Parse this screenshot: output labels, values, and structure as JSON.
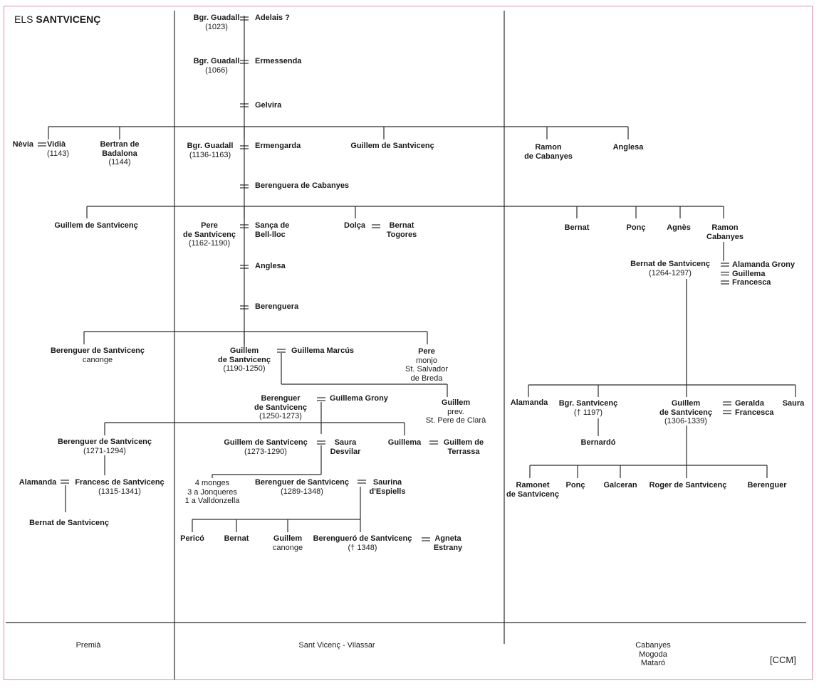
{
  "title": {
    "prefix": "ELS",
    "name": "SANTVICENÇ"
  },
  "credit": "[CCM]",
  "regions": [
    {
      "lines": [
        "Premià"
      ]
    },
    {
      "lines": [
        "Sant Vicenç - Vilassar"
      ]
    },
    {
      "lines": [
        "Cabanyes",
        "Mogoda",
        "Mataró"
      ]
    }
  ],
  "persons": [
    {
      "name": [
        "Bgr. Guadall"
      ],
      "note": [
        "(1023)"
      ]
    },
    {
      "name": [
        "Adelais ?"
      ],
      "note": []
    },
    {
      "name": [
        "Bgr. Guadall"
      ],
      "note": [
        "(1066)"
      ]
    },
    {
      "name": [
        "Ermessenda"
      ],
      "note": []
    },
    {
      "name": [
        "Gelvira"
      ],
      "note": []
    },
    {
      "name": [
        "Nèvia"
      ],
      "note": []
    },
    {
      "name": [
        "Vidià"
      ],
      "note": [
        "(1143)"
      ]
    },
    {
      "name": [
        "Bertran de",
        "Badalona"
      ],
      "note": [
        "(1144)"
      ]
    },
    {
      "name": [
        "Bgr. Guadall"
      ],
      "note": [
        "(1136-1163)"
      ]
    },
    {
      "name": [
        "Ermengarda"
      ],
      "note": []
    },
    {
      "name": [
        "Guillem de Santvicenç"
      ],
      "note": []
    },
    {
      "name": [
        "Ramon",
        "de Cabanyes"
      ],
      "note": []
    },
    {
      "name": [
        "Anglesa"
      ],
      "note": []
    },
    {
      "name": [
        "Berenguera de Cabanyes"
      ],
      "note": []
    },
    {
      "name": [
        "Guillem de Santvicenç"
      ],
      "note": []
    },
    {
      "name": [
        "Pere",
        "de Santvicenç"
      ],
      "note": [
        "(1162-1190)"
      ]
    },
    {
      "name": [
        "Sança de",
        "Bell-lloc"
      ],
      "note": []
    },
    {
      "name": [
        "Dolça"
      ],
      "note": []
    },
    {
      "name": [
        "Bernat",
        "Togores"
      ],
      "note": []
    },
    {
      "name": [
        "Bernat"
      ],
      "note": []
    },
    {
      "name": [
        "Ponç"
      ],
      "note": []
    },
    {
      "name": [
        "Agnès"
      ],
      "note": []
    },
    {
      "name": [
        "Ramon",
        "Cabanyes"
      ],
      "note": []
    },
    {
      "name": [
        "Anglesa"
      ],
      "note": []
    },
    {
      "name": [
        "Bernat de Santvicenç"
      ],
      "note": [
        "(1264-1297)"
      ]
    },
    {
      "name": [
        "Alamanda Grony",
        "Guillema",
        "Francesca"
      ],
      "note": []
    },
    {
      "name": [
        "Berenguera"
      ],
      "note": []
    },
    {
      "name": [
        "Berenguer de Santvicenç"
      ],
      "note": [
        "canonge"
      ]
    },
    {
      "name": [
        "Guillem",
        "de Santvicenç"
      ],
      "note": [
        "(1190-1250)"
      ]
    },
    {
      "name": [
        "Guillema Marcús"
      ],
      "note": []
    },
    {
      "name": [
        "Pere"
      ],
      "note": [
        "monjo",
        "St. Salvador",
        "de Breda"
      ]
    },
    {
      "name": [
        "Berenguer",
        "de Santvicenç"
      ],
      "note": [
        "(1250-1273)"
      ]
    },
    {
      "name": [
        "Guillema Grony"
      ],
      "note": []
    },
    {
      "name": [
        "Guillem"
      ],
      "note": [
        "prev.",
        "St. Pere de Clarà"
      ]
    },
    {
      "name": [
        "Alamanda"
      ],
      "note": []
    },
    {
      "name": [
        "Bgr. Santvicenç"
      ],
      "note": [
        "(† 1197)"
      ]
    },
    {
      "name": [
        "Guillem",
        "de Santvicenç"
      ],
      "note": [
        "(1306-1339)"
      ]
    },
    {
      "name": [
        "Geralda",
        "Francesca"
      ],
      "note": []
    },
    {
      "name": [
        "Saura"
      ],
      "note": []
    },
    {
      "name": [
        "Berenguer de Santvicenç"
      ],
      "note": [
        "(1271-1294)"
      ]
    },
    {
      "name": [
        "Guillem de Santvicenç"
      ],
      "note": [
        "(1273-1290)"
      ]
    },
    {
      "name": [
        "Saura",
        "Desvilar"
      ],
      "note": []
    },
    {
      "name": [
        "Guillema"
      ],
      "note": []
    },
    {
      "name": [
        "Guillem de",
        "Terrassa"
      ],
      "note": []
    },
    {
      "name": [
        "Bernardó"
      ],
      "note": []
    },
    {
      "name": [
        "Alamanda"
      ],
      "note": []
    },
    {
      "name": [
        "Francesc de Santvicenç"
      ],
      "note": [
        "(1315-1341)"
      ]
    },
    {
      "name": [],
      "note": [
        "4 monges",
        "3 a Jonqueres",
        "1 a Valldonzella"
      ]
    },
    {
      "name": [
        "Berenguer de Santvicenç"
      ],
      "note": [
        "(1289-1348)"
      ]
    },
    {
      "name": [
        "Saurina",
        "d'Espiells"
      ],
      "note": []
    },
    {
      "name": [
        "Ramonet",
        "de Santvicenç"
      ],
      "note": []
    },
    {
      "name": [
        "Ponç"
      ],
      "note": []
    },
    {
      "name": [
        "Galceran"
      ],
      "note": []
    },
    {
      "name": [
        "Roger de Santvicenç"
      ],
      "note": []
    },
    {
      "name": [
        "Berenguer"
      ],
      "note": []
    },
    {
      "name": [
        "Bernat de Santvicenç"
      ],
      "note": []
    },
    {
      "name": [
        "Pericó"
      ],
      "note": []
    },
    {
      "name": [
        "Bernat"
      ],
      "note": []
    },
    {
      "name": [
        "Guillem"
      ],
      "note": [
        "canonge"
      ]
    },
    {
      "name": [
        "Berengueró de Santvicenç"
      ],
      "note": [
        "(† 1348)"
      ]
    },
    {
      "name": [
        "Agneta",
        "Estrany"
      ],
      "note": []
    }
  ],
  "colors": {
    "frame": "#e48aa6",
    "line": "#2a2a2a",
    "text": "#1a1a1a"
  }
}
